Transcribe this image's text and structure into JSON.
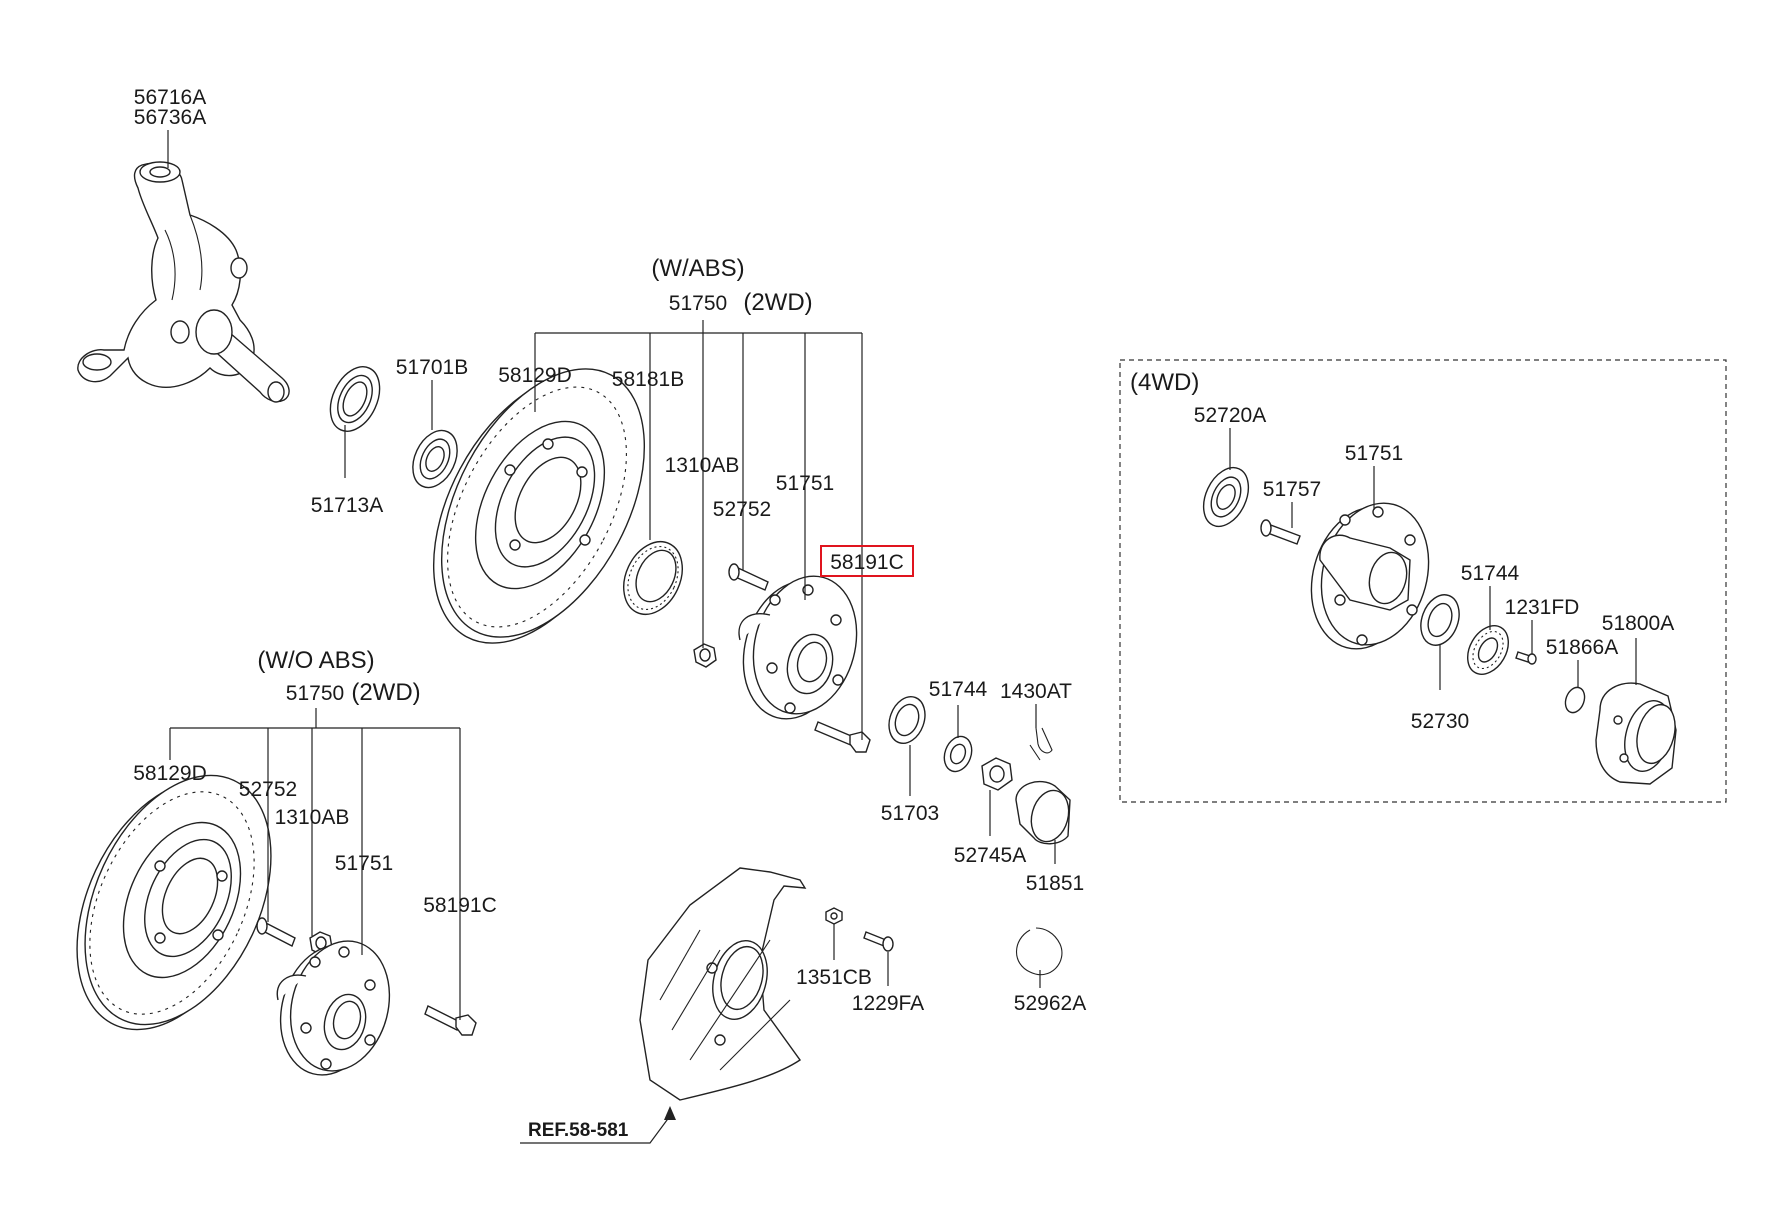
{
  "labels": {
    "p56716A": "56716A",
    "p56736A": "56736A",
    "p51713A": "51713A",
    "p51701B": "51701B",
    "p58129D_top": "58129D",
    "p58181B": "58181B",
    "wabs": "(W/ABS)",
    "p51750_top": "51750",
    "twowd_top": "(2WD)",
    "p1310AB_top": "1310AB",
    "p52752_top": "52752",
    "p51751_top": "51751",
    "p58191C_top": "58191C",
    "woabs": "(W/O ABS)",
    "p51750_bot": "51750",
    "twowd_bot": "(2WD)",
    "p58129D_bot": "58129D",
    "p52752_bot": "52752",
    "p1310AB_bot": "1310AB",
    "p51751_bot": "51751",
    "p58191C_bot": "58191C",
    "p51744": "51744",
    "p1430AT": "1430AT",
    "p51703": "51703",
    "p52745A": "52745A",
    "p51851": "51851",
    "p1351CB": "1351CB",
    "p1229FA": "1229FA",
    "p52962A": "52962A",
    "ref": "REF.58-581",
    "fourwd": "(4WD)",
    "p52720A": "52720A",
    "p51757": "51757",
    "p51751_4wd": "51751",
    "p51744_4wd": "51744",
    "p1231FD": "1231FD",
    "p51800A": "51800A",
    "p51866A": "51866A",
    "p52730": "52730"
  },
  "highlight": {
    "part": "58191C",
    "color": "#e0141e"
  }
}
